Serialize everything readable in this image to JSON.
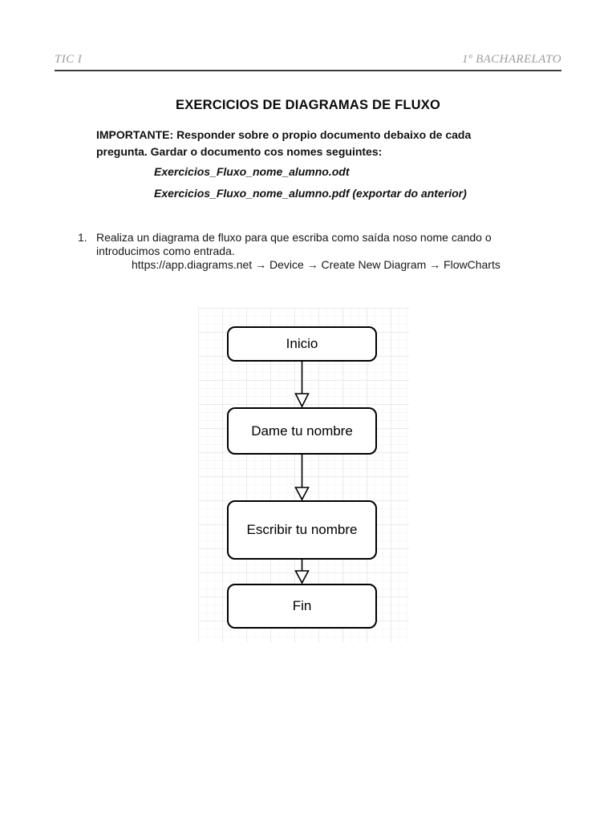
{
  "header": {
    "course": "TIC I",
    "level": "1º BACHARELATO"
  },
  "title": "EXERCICIOS DE DIAGRAMAS DE FLUXO",
  "notice": {
    "lines": [
      "IMPORTANTE: Responder sobre o propio documento debaixo de cada",
      "pregunta. Gardar o documento cos nomes seguintes:"
    ],
    "filename_odt": "Exercicios_Fluxo_nome_alumno.odt",
    "filename_pdf": "Exercicios_Fluxo_nome_alumno.pdf (exportar do anterior)"
  },
  "exercise": {
    "number": "1.",
    "statement_lines": [
      "Realiza un diagrama de fluxo para que escriba como saída noso nome cando o",
      "introducimos como entrada."
    ],
    "hint": "https://app.diagrams.net → Device → Create New Diagram → FlowCharts"
  },
  "diagram": {
    "type": "flowchart",
    "nodes": [
      {
        "id": "start",
        "label": "Inicio"
      },
      {
        "id": "input",
        "label": "Dame tu nombre"
      },
      {
        "id": "output",
        "label": "Escribir tu nombre"
      },
      {
        "id": "end",
        "label": "Fin"
      }
    ],
    "edges": [
      {
        "from": "start",
        "to": "input"
      },
      {
        "from": "input",
        "to": "output"
      },
      {
        "from": "output",
        "to": "end"
      }
    ]
  },
  "colors": {
    "header_text": "#9c9c9c",
    "header_rule": "#3c3c3c",
    "body_text": "#161616",
    "node_border": "#000000",
    "node_fill": "#ffffff",
    "grid_major": "#eaeaea",
    "grid_minor": "#f7f7f7"
  }
}
